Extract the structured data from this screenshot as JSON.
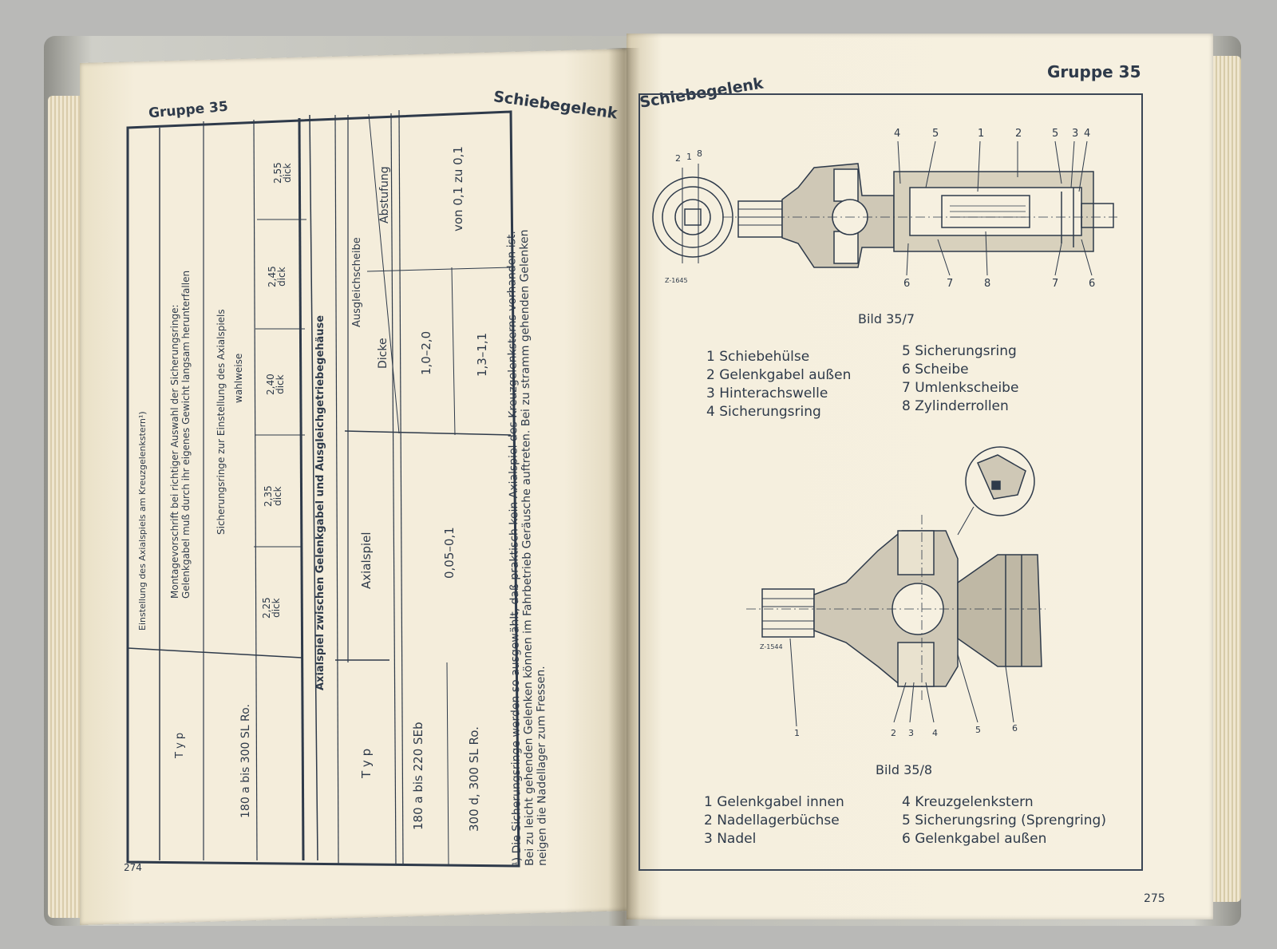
{
  "left_page": {
    "group": "Gruppe 35",
    "title": "Schiebegelenk",
    "page_number": "274",
    "table1": {
      "heading": "Einstellung des Axialspiels am Kreuzgelenkstern¹)",
      "col_typ": "T y p",
      "note_line1": "Montagevorschrift bei richtiger Auswahl der Sicherungsringe:",
      "note_line2": "Gelenkgabel muß durch ihr eigenes Gewicht langsam herunterfallen",
      "rings_header_line1": "Sicherungsringe zur Einstellung des Axialspiels",
      "rings_header_line2": "wahlweise",
      "row_type": "180 a bis 300 SL Ro.",
      "rings": [
        {
          "size": "2,25",
          "label": "dick"
        },
        {
          "size": "2,35",
          "label": "dick"
        },
        {
          "size": "2,40",
          "label": "dick"
        },
        {
          "size": "2,45",
          "label": "dick"
        },
        {
          "size": "2,55",
          "label": "dick"
        }
      ]
    },
    "table2": {
      "heading": "Axialspiel zwischen Gelenkgabel und Ausgleichgetriebegehäuse",
      "col_typ": "T y p",
      "col_axialspiel": "Axialspiel",
      "col_ausgleichscheibe": "Ausgleichscheibe",
      "col_dicke": "Dicke",
      "col_abstufung": "Abstufung",
      "rows": [
        {
          "type": "180 a bis 220 SEb",
          "dicke": "1,0–2,0"
        },
        {
          "type": "300 d, 300 SL Ro.",
          "dicke": "1,3–1,1"
        }
      ],
      "axialspiel_value": "0,05–0,1",
      "abstufung_value": "von 0,1 zu 0,1"
    },
    "footnote_line1": "¹) Die Sicherungsringe werden so ausgewählt, daß praktisch kein Axialspiel des Kreuzgelenksterns vorhanden ist.",
    "footnote_line2": "Bei zu leicht gehenden Gelenken können im Fahrbetrieb Geräusche auftreten. Bei zu stramm gehenden Gelenken",
    "footnote_line3": "neigen die Nadellager zum Fressen."
  },
  "right_page": {
    "title": "Schiebegelenk",
    "group": "Gruppe 35",
    "page_number": "275",
    "figure1": {
      "caption": "Bild 35/7",
      "code": "Z-1645",
      "top_numbers": [
        "4",
        "5",
        "1",
        "2",
        "5",
        "3",
        "4"
      ],
      "small_numbers": [
        "2",
        "1",
        "8"
      ],
      "bottom_numbers": [
        "6",
        "7",
        "8",
        "7",
        "6"
      ],
      "legend_left": [
        "1 Schiebehülse",
        "2 Gelenkgabel außen",
        "3 Hinterachswelle",
        "4 Sicherungsring"
      ],
      "legend_right": [
        "5 Sicherungsring",
        "6 Scheibe",
        "7 Umlenkscheibe",
        "8 Zylinderrollen"
      ]
    },
    "figure2": {
      "caption": "Bild 35/8",
      "code": "Z-1544",
      "bottom_numbers": [
        "1",
        "2",
        "3",
        "4",
        "5",
        "6"
      ],
      "legend_left": [
        "1 Gelenkgabel innen",
        "2 Nadellagerbüchse",
        "3 Nadel"
      ],
      "legend_right": [
        "4 Kreuzgelenkstern",
        "5 Sicherungsring (Sprengring)",
        "6 Gelenkgabel außen"
      ]
    }
  },
  "colors": {
    "paper": "#f3ecd9",
    "ink": "#2e3a4a",
    "cover": "#bdbdb6"
  }
}
